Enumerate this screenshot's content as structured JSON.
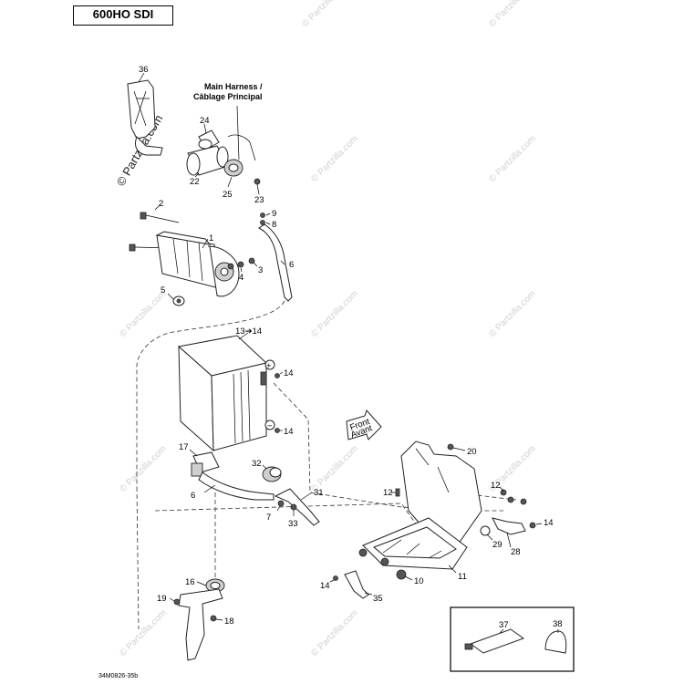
{
  "header": {
    "model": "600HO SDI"
  },
  "footer": {
    "drawing_code": "34M0826-35b"
  },
  "harness": {
    "line1": "Main Harness /",
    "line2": "Câblage Principal"
  },
  "arrow_tag": {
    "line1": "Front",
    "line2": "Avant"
  },
  "watermark": {
    "text": "© Partzilla.com"
  },
  "callouts": [
    {
      "n": "36"
    },
    {
      "n": "24"
    },
    {
      "n": "22"
    },
    {
      "n": "25"
    },
    {
      "n": "23"
    },
    {
      "n": "2"
    },
    {
      "n": "1"
    },
    {
      "n": "9"
    },
    {
      "n": "8"
    },
    {
      "n": "3"
    },
    {
      "n": "6"
    },
    {
      "n": "4"
    },
    {
      "n": "5"
    },
    {
      "n": "13➔14"
    },
    {
      "n": "14"
    },
    {
      "n": "14"
    },
    {
      "n": "17"
    },
    {
      "n": "32"
    },
    {
      "n": "6"
    },
    {
      "n": "7"
    },
    {
      "n": "33"
    },
    {
      "n": "31"
    },
    {
      "n": "20"
    },
    {
      "n": "12"
    },
    {
      "n": "12"
    },
    {
      "n": "14"
    },
    {
      "n": "29"
    },
    {
      "n": "28"
    },
    {
      "n": "14"
    },
    {
      "n": "10"
    },
    {
      "n": "11"
    },
    {
      "n": "35"
    },
    {
      "n": "16"
    },
    {
      "n": "19"
    },
    {
      "n": "18"
    },
    {
      "n": "37"
    },
    {
      "n": "38"
    }
  ],
  "terminal_signs": {
    "plus": "+",
    "minus": "−"
  }
}
